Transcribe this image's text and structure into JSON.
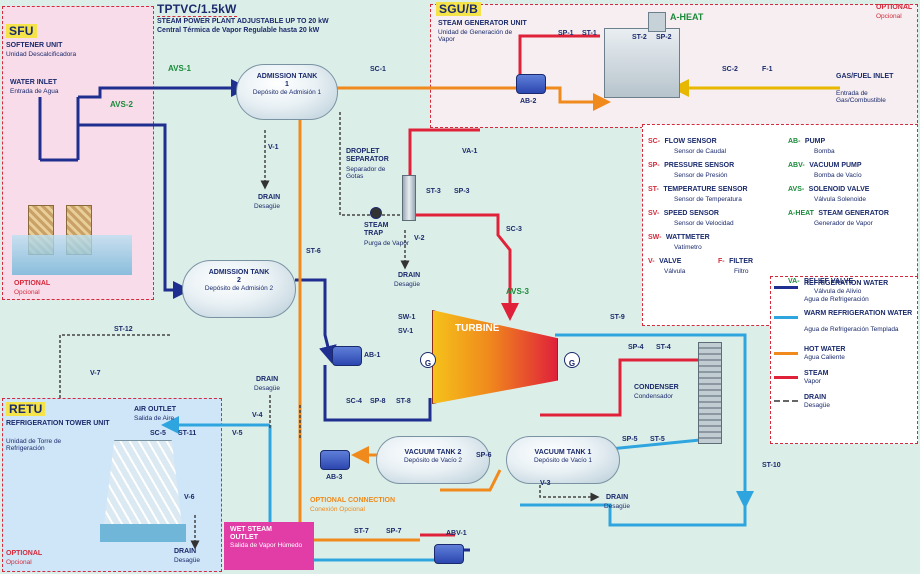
{
  "title": {
    "main": "TPTVC/1.5kW",
    "line1": "STEAM POWER PLANT ADJUSTABLE UP TO 20 kW",
    "line2": "Central Térmica de Vapor Regulable hasta 20 kW"
  },
  "sfu": {
    "tag": "SFU",
    "name": "SOFTENER UNIT",
    "name_es": "Unidad Descalcificadora",
    "water_inlet": "WATER INLET",
    "water_inlet_es": "Entrada de Agua",
    "optional": "OPTIONAL",
    "optional_es": "Opcional"
  },
  "sgu": {
    "tag": "SGU/B",
    "name": "STEAM GENERATOR UNIT",
    "name_es": "Unidad de Generación de Vapor",
    "gas_inlet": "GAS/FUEL INLET",
    "gas_inlet_es": "Entrada de Gas/Combustible",
    "optional": "OPTIONAL",
    "optional_es": "Opcional"
  },
  "retu": {
    "tag": "RETU",
    "name": "REFRIGERATION TOWER UNIT",
    "name_es": "Unidad de Torre de Refrigeración",
    "air_outlet": "AIR OUTLET",
    "air_outlet_es": "Salida de Aire",
    "drain": "DRAIN",
    "drain_es": "Desagüe",
    "optional": "OPTIONAL",
    "optional_es": "Opcional"
  },
  "components": {
    "tank1": {
      "name": "ADMISSION TANK 1",
      "name_es": "Depósito de Admisión 1"
    },
    "tank2": {
      "name": "ADMISSION TANK 2",
      "name_es": "Depósito de Admisión 2"
    },
    "vac2": {
      "name": "VACUUM TANK 2",
      "name_es": "Depósito de Vacío 2"
    },
    "vac1": {
      "name": "VACUUM TANK 1",
      "name_es": "Depósito de Vacío 1"
    },
    "droplet": {
      "name": "DROPLET SEPARATOR",
      "name_es": "Separador de Gotas"
    },
    "trap": {
      "name": "STEAM TRAP",
      "name_es": "Purga de Vapor"
    },
    "turbine": {
      "name": "TURBINE"
    },
    "condenser": {
      "name": "CONDENSER",
      "name_es": "Condensador"
    },
    "drain": {
      "name": "DRAIN",
      "name_es": "Desagüe"
    },
    "optional_conn": {
      "name": "OPTIONAL CONNECTION",
      "name_es": "Conexión Opcional"
    },
    "wet_steam": {
      "name": "WET STEAM OUTLET",
      "name_es": "Salida de Vapor Húmedo"
    }
  },
  "tags": {
    "avs1": "AVS-1",
    "avs2": "AVS-2",
    "avs3": "AVS-3",
    "sc1": "SC-1",
    "sc2": "SC-2",
    "sc3": "SC-3",
    "sc4": "SC-4",
    "sc5": "SC-5",
    "sp1": "SP-1",
    "sp2": "SP-2",
    "sp3": "SP-3",
    "sp4": "SP-4",
    "sp5": "SP-5",
    "sp6": "SP-6",
    "sp7": "SP-7",
    "sp8": "SP-8",
    "st1": "ST-1",
    "st2": "ST-2",
    "st3": "ST-3",
    "st4": "ST-4",
    "st5": "ST-5",
    "st6": "ST-6",
    "st7": "ST-7",
    "st8": "ST-8",
    "st9": "ST-9",
    "st10": "ST-10",
    "st11": "ST-11",
    "st12": "ST-12",
    "v1": "V-1",
    "v2": "V-2",
    "v3": "V-3",
    "v4": "V-4",
    "v5": "V-5",
    "v6": "V-6",
    "v7": "V-7",
    "va1": "VA-1",
    "f1": "F-1",
    "ab1": "AB-1",
    "ab2": "AB-2",
    "ab3": "AB-3",
    "abv1": "ABV-1",
    "aheat": "A-HEAT",
    "sw1": "SW-1",
    "sv1": "SV-1",
    "g": "G"
  },
  "legend": [
    {
      "key": "SC-",
      "en": "FLOW SENSOR",
      "es": "Sensor de Caudal"
    },
    {
      "key": "SP-",
      "en": "PRESSURE SENSOR",
      "es": "Sensor de Presión"
    },
    {
      "key": "ST-",
      "en": "TEMPERATURE SENSOR",
      "es": "Sensor de Temperatura"
    },
    {
      "key": "SV-",
      "en": "SPEED SENSOR",
      "es": "Sensor de Velocidad"
    },
    {
      "key": "SW-",
      "en": "WATTMETER",
      "es": "Vatímetro"
    },
    {
      "key": "AB-",
      "en": "PUMP",
      "es": "Bomba"
    },
    {
      "key": "ABV-",
      "en": "VACUUM PUMP",
      "es": "Bomba de Vacío"
    },
    {
      "key": "AVS-",
      "en": "SOLENOID VALVE",
      "es": "Válvula Solenoide"
    },
    {
      "key": "A-HEAT",
      "en": "STEAM GENERATOR",
      "es": "Generador de Vapor"
    },
    {
      "key": "V-",
      "en": "VALVE",
      "es": "Válvula"
    },
    {
      "key": "F-",
      "en": "FILTER",
      "es": "Filtro"
    },
    {
      "key": "VA-",
      "en": "RELIEF VALVE",
      "es": "Válvula de Alivio"
    }
  ],
  "line_legend": [
    {
      "en": "REFRIGERATION WATER",
      "es": "Agua de Refrigeración",
      "color": "#1f2f8f"
    },
    {
      "en": "WARM REFRIGERATION WATER",
      "es": "Agua de Refrigeración Templada",
      "color": "#2fa5e0"
    },
    {
      "en": "HOT WATER",
      "es": "Agua Caliente",
      "color": "#f08a1c"
    },
    {
      "en": "STEAM",
      "es": "Vapor",
      "color": "#e0213a"
    },
    {
      "en": "DRAIN",
      "es": "Desagüe",
      "color": "#777777"
    }
  ],
  "colors": {
    "refrig": "#1f2f8f",
    "warm": "#2fa5e0",
    "hot": "#f08a1c",
    "steam": "#e0213a",
    "drain": "#666666",
    "gas": "#f5d21a",
    "accent_red": "#d42a3c",
    "pink": "#f7d6e6",
    "blue_zone": "#cfe6f8",
    "magenta": "#e23da7"
  }
}
